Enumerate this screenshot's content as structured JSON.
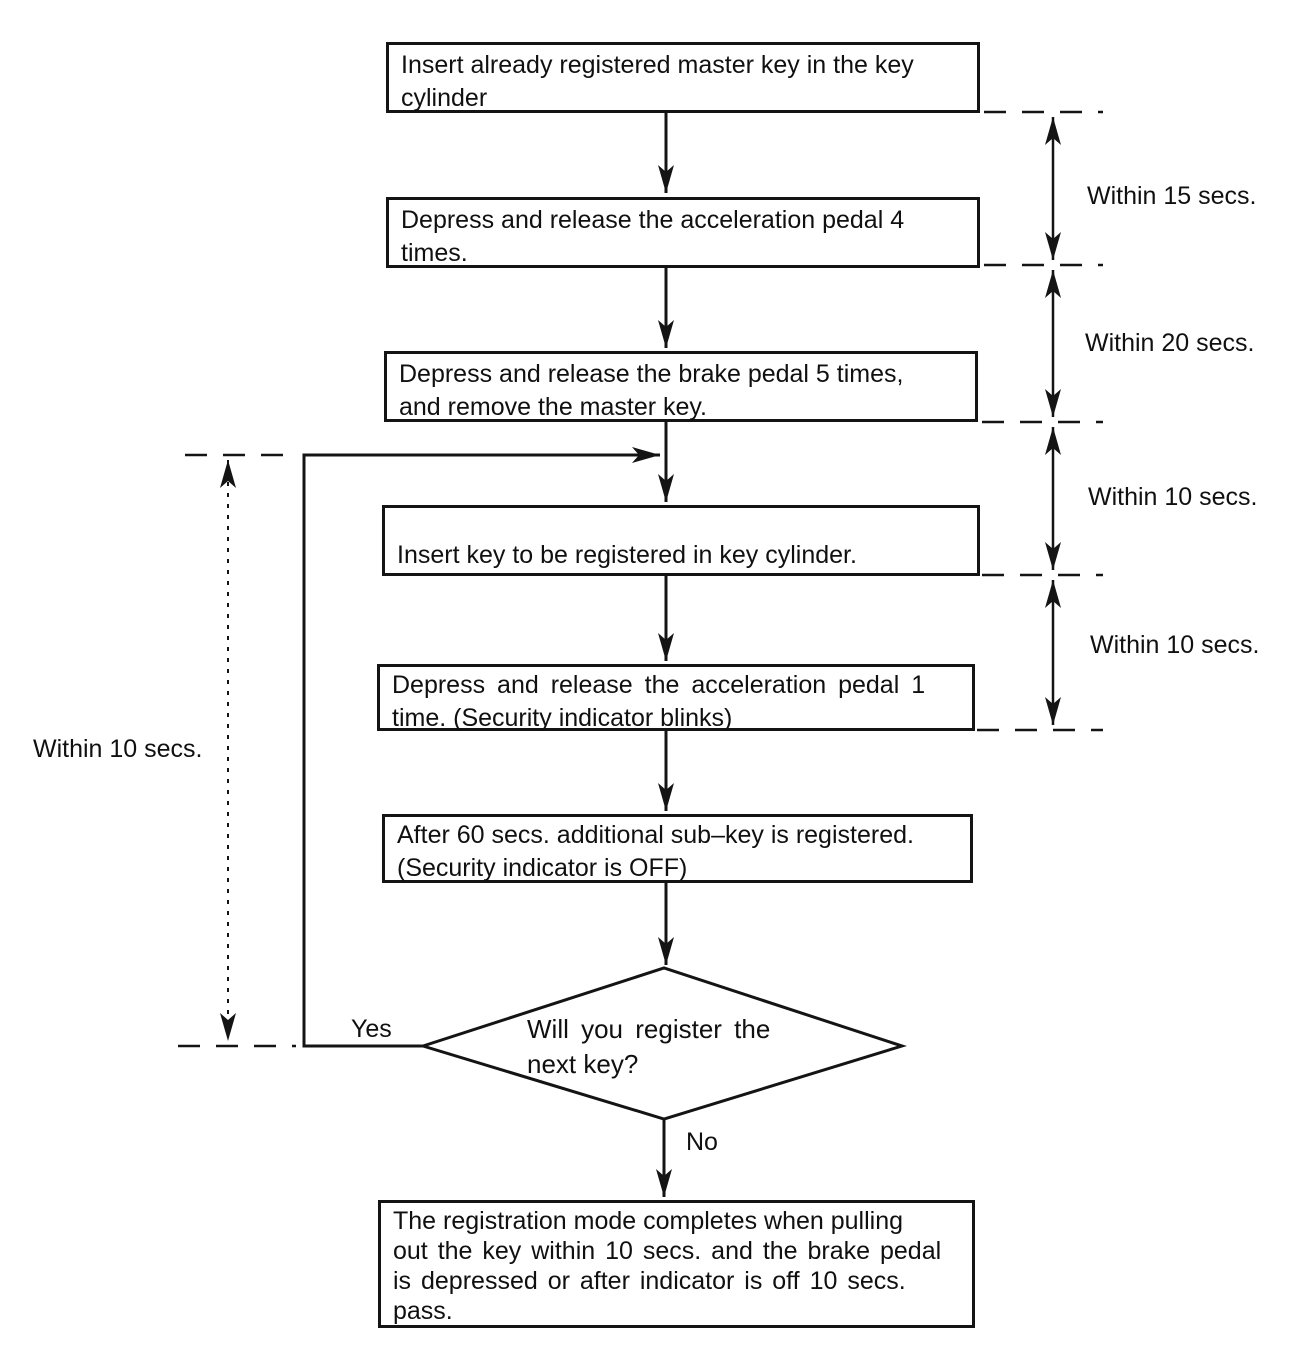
{
  "page": {
    "background_color": "#ffffff",
    "line_color": "#141414"
  },
  "steps": [
    {
      "lines": [
        "Insert already registered master key in the key",
        "cylinder"
      ]
    },
    {
      "lines": [
        "Depress and release the acceleration pedal 4",
        "times."
      ]
    },
    {
      "lines": [
        "Depress and release the brake pedal 5 times,",
        "and remove the master key."
      ]
    },
    {
      "lines": [
        "Insert key to be registered in key cylinder."
      ]
    },
    {
      "lines": [
        "Depress and release the acceleration pedal 1",
        "time. (Security indicator blinks)"
      ]
    },
    {
      "lines": [
        "After 60 secs. additional sub–key is registered.",
        "(Security indicator is OFF)"
      ]
    },
    {
      "lines": [
        "The registration mode completes when pulling",
        "out the key within 10 secs. and the brake pedal",
        "is depressed or after indicator is off 10 secs.",
        "pass."
      ]
    }
  ],
  "decision": {
    "lines": [
      "Will you register the",
      "next key?"
    ],
    "yes_label": "Yes",
    "no_label": "No"
  },
  "timing_labels": {
    "right": [
      "Within 15 secs.",
      "Within 20 secs.",
      "Within 10 secs.",
      "Within 10 secs."
    ],
    "left": "Within 10 secs."
  }
}
